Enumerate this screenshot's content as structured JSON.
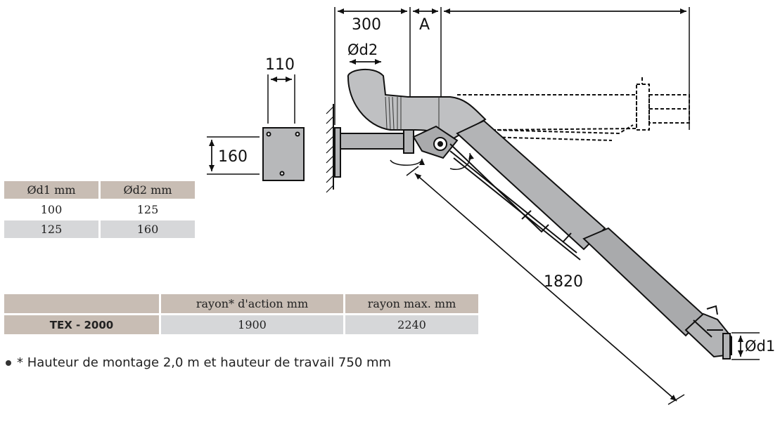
{
  "dimensions": {
    "top_width": "300",
    "top_a": "A",
    "hood_diameter": "Ød2",
    "plate_width": "110",
    "plate_height": "160",
    "arm_length": "1820",
    "nozzle_diameter": "Ød1"
  },
  "diameter_table": {
    "headers": [
      "Ød1 mm",
      "Ød2 mm"
    ],
    "rows": [
      [
        "100",
        "125"
      ],
      [
        "125",
        "160"
      ]
    ]
  },
  "rayon_table": {
    "headers": [
      "",
      "rayon* d'action mm",
      "rayon max. mm"
    ],
    "row": {
      "model": "TEX - 2000",
      "rayon_action": "1900",
      "rayon_max": "2240"
    }
  },
  "footnote": "* Hauteur de montage 2,0 m et hauteur de travail 750 mm",
  "colors": {
    "header_bg": "#c8bdb4",
    "row_bg": "#d6d7d9",
    "arm_fill": "#b3b4b6",
    "plate_fill": "#b7b8ba"
  }
}
